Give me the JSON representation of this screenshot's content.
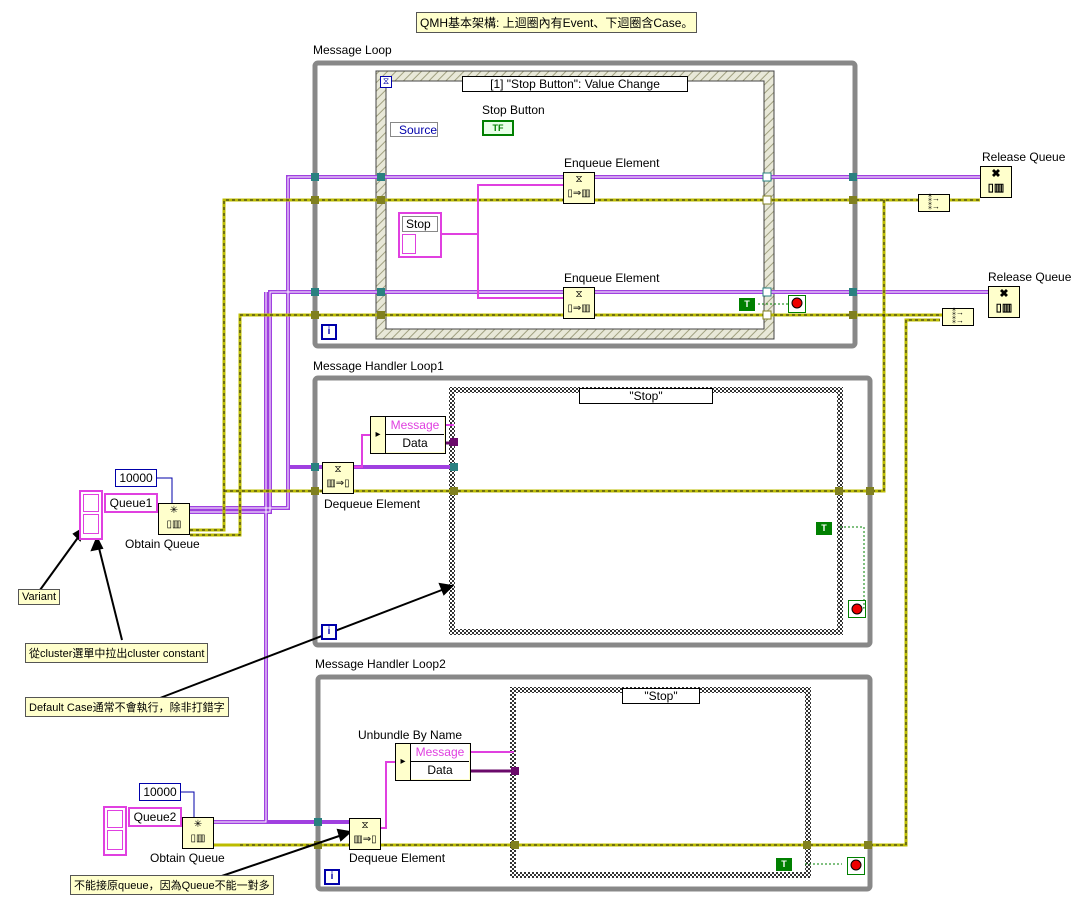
{
  "title_note": "QMH基本架構: 上迴圈內有Event、下迴圈含Case。",
  "loops": {
    "message_loop": "Message Loop",
    "handler_loop1": "Message Handler Loop1",
    "handler_loop2": "Message Handler Loop2"
  },
  "event_case": {
    "selector": "[1] \"Stop Button\": Value Change",
    "stop_button": "Stop Button",
    "source": "Source",
    "stop_cluster_label": "Stop",
    "tf": "TF"
  },
  "case_selector_1": "\"Stop\"",
  "case_selector_2": "\"Stop\"",
  "nodes": {
    "enqueue1": "Enqueue Element",
    "enqueue2": "Enqueue Element",
    "release1": "Release Queue",
    "release2": "Release Queue",
    "dequeue1": "Dequeue Element",
    "dequeue2": "Dequeue Element",
    "obtain1": "Obtain Queue",
    "obtain2": "Obtain Queue",
    "unbundle": "Unbundle By Name"
  },
  "constants": {
    "size1": "10000",
    "size2": "10000",
    "queue1": "Queue1",
    "queue2": "Queue2",
    "true": "T",
    "iter": "i"
  },
  "unbundle_fields": {
    "message1": "Message",
    "data1": "Data",
    "message2": "Message",
    "data2": "Data"
  },
  "annotations": {
    "variant": "Variant",
    "cluster": "從cluster選單中拉出cluster constant",
    "default_case": "Default Case通常不會執行，除非打錯字",
    "no_shared_queue": "不能接原queue，因為Queue不能一對多"
  },
  "colors": {
    "queue_wire": "#a040e0",
    "error_wire": "#c8c800",
    "cluster_wire": "#e040e0",
    "bool_green": "#008000",
    "loop_gray": "#808080"
  }
}
